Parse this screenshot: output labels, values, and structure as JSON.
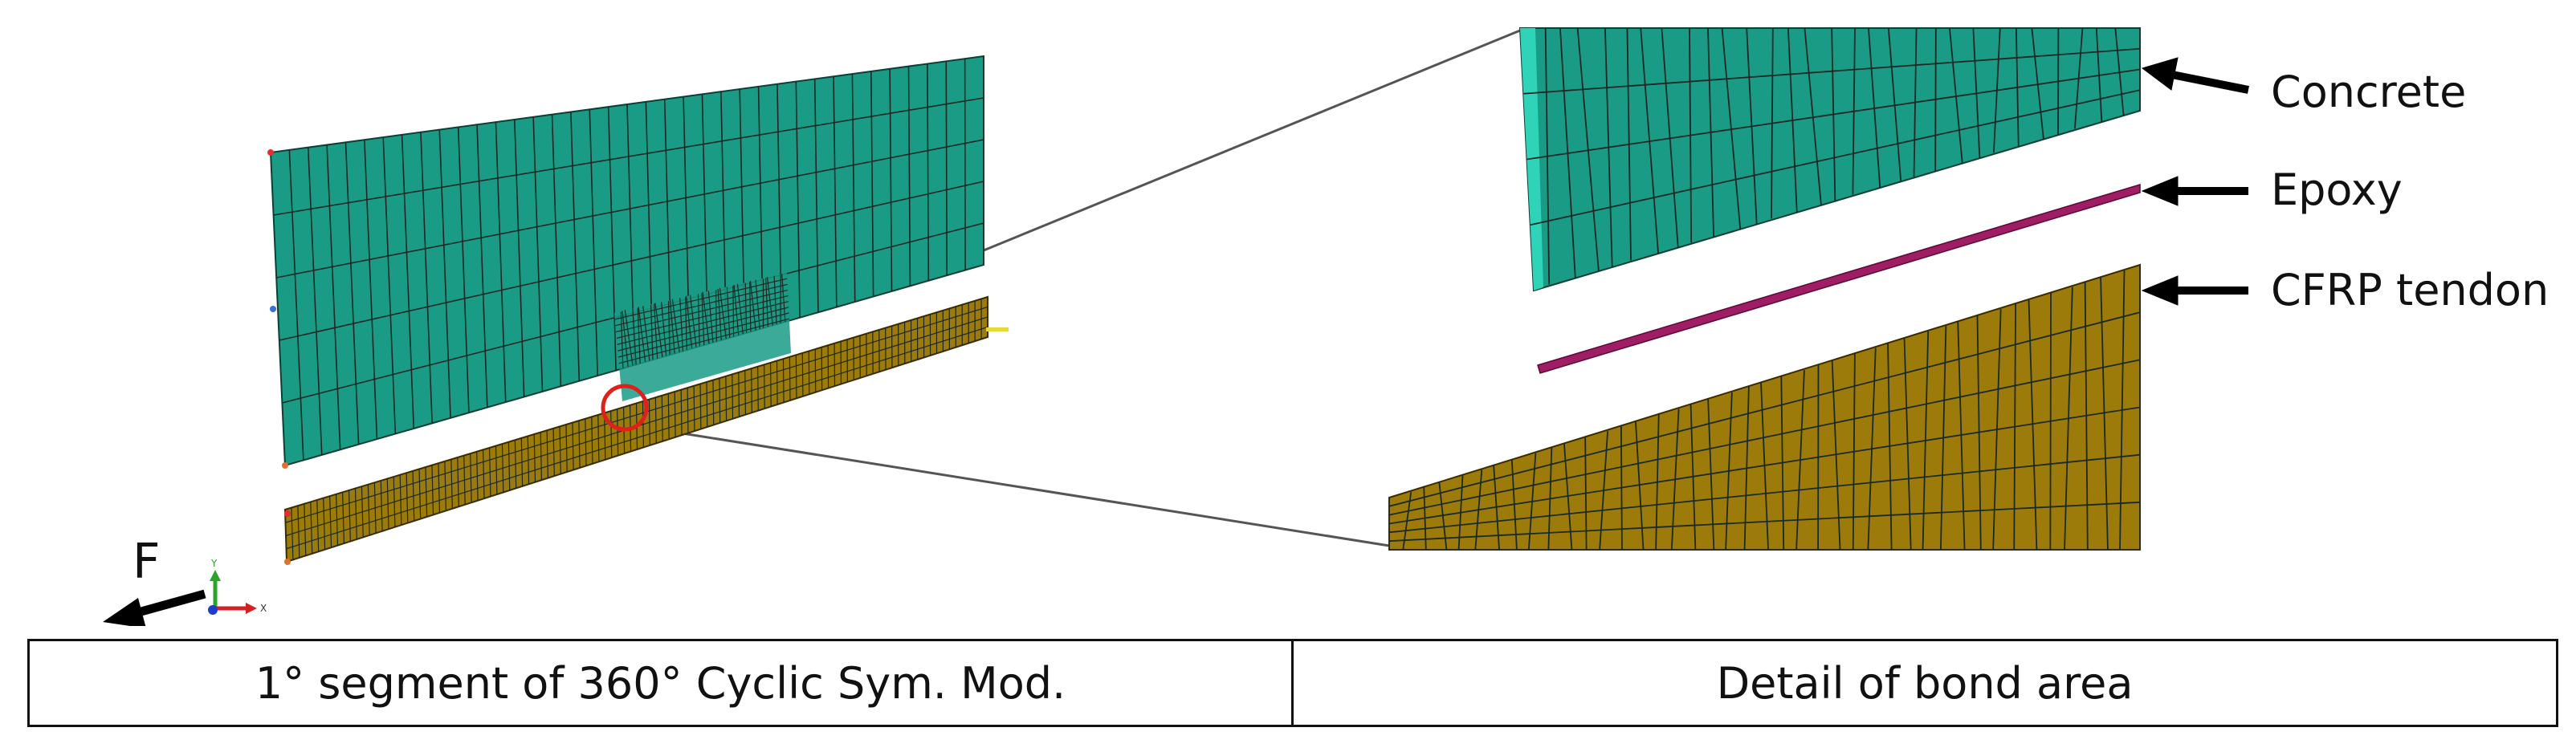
{
  "force_label": "F",
  "triad": {
    "y_label": "Y",
    "x_label": "X"
  },
  "callouts": [
    {
      "id": "concrete",
      "label": "Concrete"
    },
    {
      "id": "epoxy",
      "label": "Epoxy"
    },
    {
      "id": "cfrp",
      "label": "CFRP tendon"
    }
  ],
  "captions": {
    "left": "1° segment of 360° Cyclic Sym. Mod.",
    "right": "Detail of bond area"
  },
  "colors": {
    "concrete": "#1a9b86",
    "concrete_edge": "#2fd4b8",
    "tendon": "#9c7b0a",
    "epoxy": "#9e1d64",
    "mesh_line": "#1b2a24",
    "highlight": "#e0201b"
  }
}
